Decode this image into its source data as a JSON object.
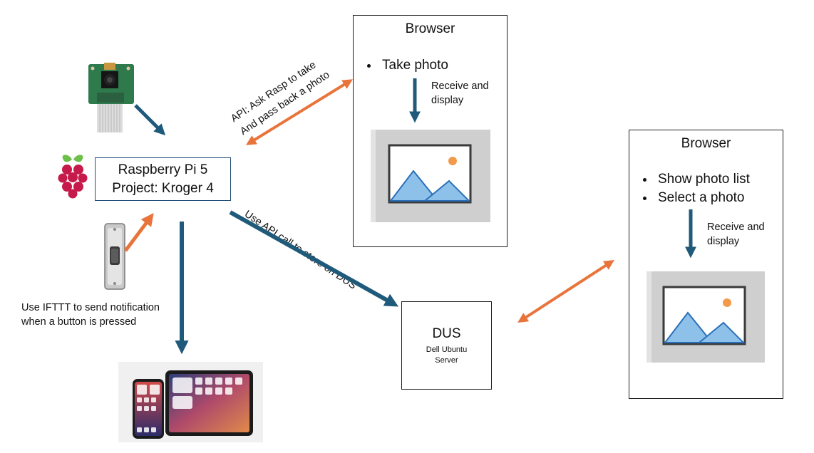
{
  "colors": {
    "dark_arrow": "#1f5a7a",
    "orange_arrow": "#e8743b",
    "box_border": "#1f1f1f",
    "pi_border": "#1f4e79"
  },
  "browser_left": {
    "title": "Browser",
    "items": [
      "Take photo"
    ],
    "caption_line1": "Receive and",
    "caption_line2": "display",
    "image_icon": "image-placeholder-icon"
  },
  "browser_right": {
    "title": "Browser",
    "items": [
      "Show photo list",
      "Select a photo"
    ],
    "caption_line1": "Receive and",
    "caption_line2": "display",
    "image_icon": "image-placeholder-icon"
  },
  "raspberry_pi": {
    "line1": "Raspberry Pi 5",
    "line2": "Project: Kroger 4",
    "logo_icon": "raspberry-pi-logo-icon"
  },
  "dus": {
    "title": "DUS",
    "sub_line1": "Dell Ubuntu",
    "sub_line2": "Server"
  },
  "labels": {
    "api_line1": "API: Ask Rasp to take",
    "api_line2": "And pass back a photo",
    "store": "Use API call to store on DUS",
    "ifttt_line1": "Use IFTTT to send notification",
    "ifttt_line2": "when a button is pressed"
  },
  "icons": {
    "camera": "camera-module-icon",
    "doorbell": "doorbell-button-icon",
    "devices": "phone-and-tablet-icon"
  }
}
